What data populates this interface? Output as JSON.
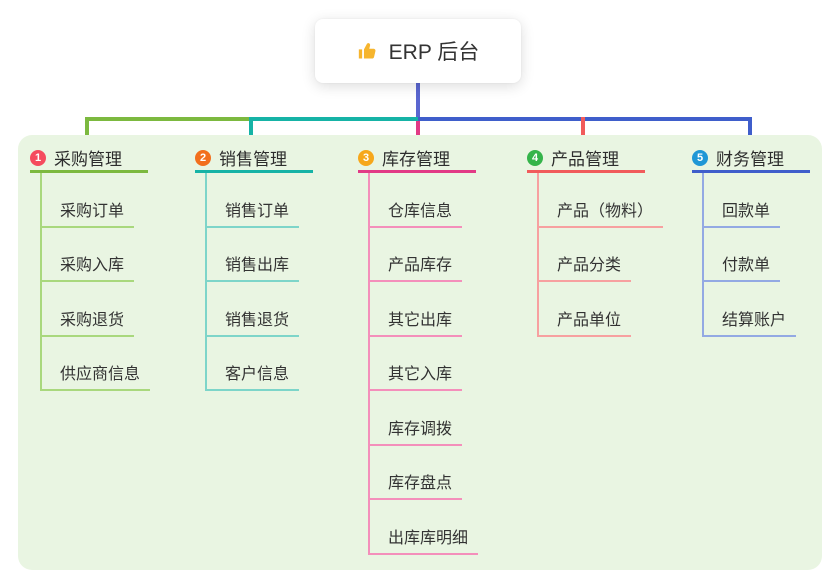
{
  "root": {
    "label": "ERP 后台",
    "icon": "thumbs-up",
    "icon_color": "#f6b52e",
    "connector_color": "#5a66d0"
  },
  "panel_background": "#e9f5e2",
  "branches": [
    {
      "num": "1",
      "label": "采购管理",
      "circle": "#f54b5e",
      "line": "#7cb93f",
      "child_line": "#a9d87d",
      "children": [
        "采购订单",
        "采购入库",
        "采购退货",
        "供应商信息"
      ]
    },
    {
      "num": "2",
      "label": "销售管理",
      "circle": "#f26f1d",
      "line": "#16b3a6",
      "child_line": "#7dd5c9",
      "children": [
        "销售订单",
        "销售出库",
        "销售退货",
        "客户信息"
      ]
    },
    {
      "num": "3",
      "label": "库存管理",
      "circle": "#f6a71b",
      "line": "#e23a86",
      "child_line": "#f48fbb",
      "children": [
        "仓库信息",
        "产品库存",
        "其它出库",
        "其它入库",
        "库存调拨",
        "库存盘点",
        "出库库明细"
      ]
    },
    {
      "num": "4",
      "label": "产品管理",
      "circle": "#35b44a",
      "line": "#f15b5b",
      "child_line": "#f7a0a0",
      "children": [
        "产品（物料）",
        "产品分类",
        "产品单位"
      ]
    },
    {
      "num": "5",
      "label": "财务管理",
      "circle": "#1f97d6",
      "line": "#3f5ecb",
      "child_line": "#93a9e3",
      "children": [
        "回款单",
        "付款单",
        "结算账户"
      ]
    }
  ]
}
